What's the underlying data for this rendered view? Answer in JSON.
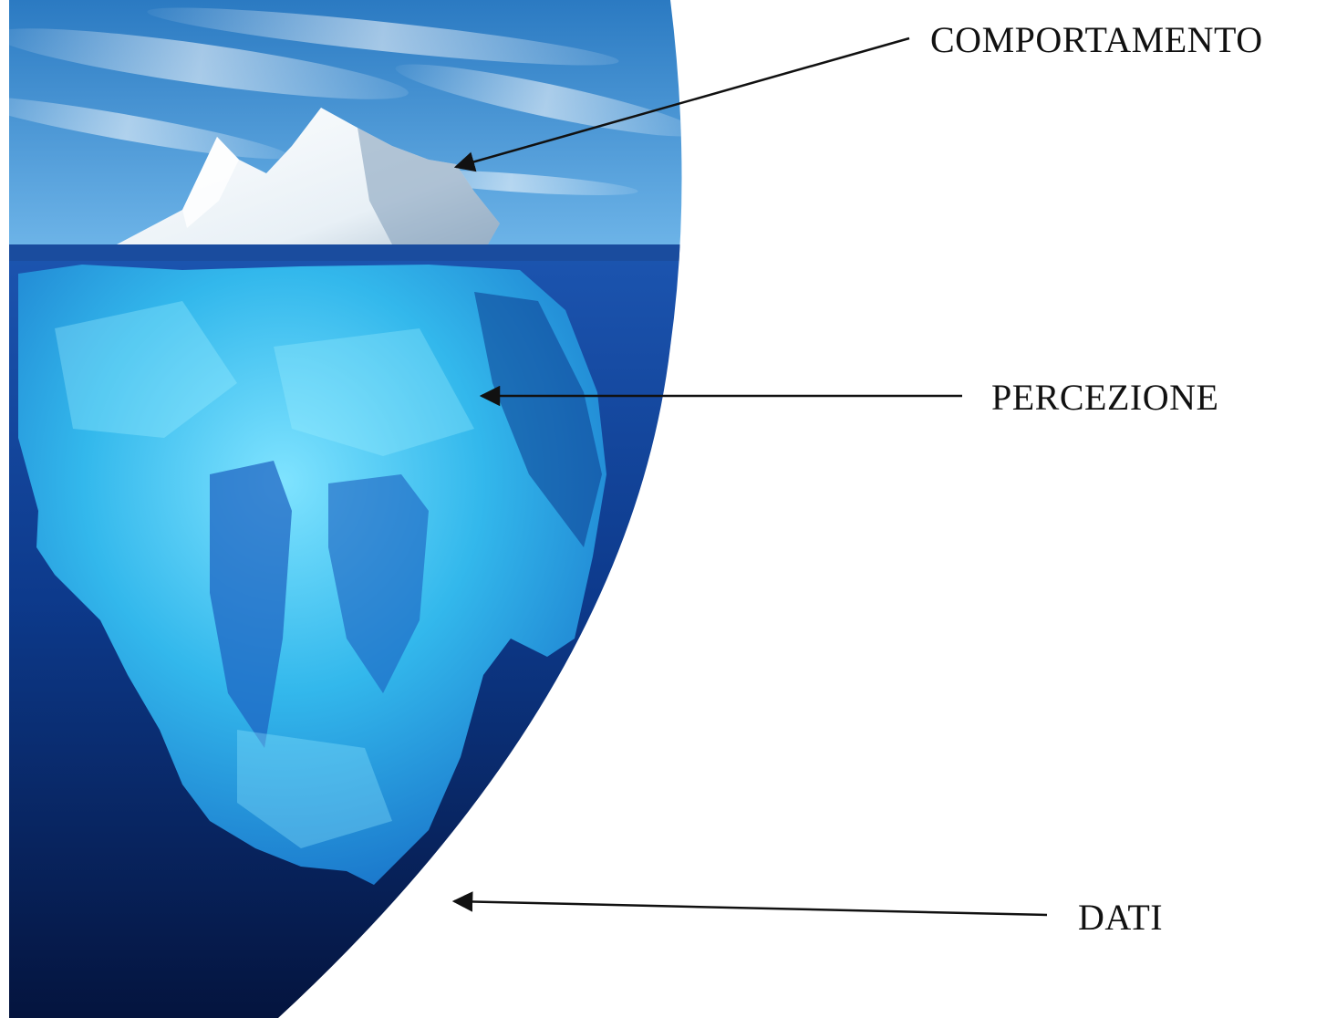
{
  "labels": {
    "behavior": "COMPORTAMENTO",
    "perception": "PERCEZIONE",
    "data": "DATI"
  },
  "colors": {
    "sky_top": "#2d7fc4",
    "sky_bottom": "#6fb6ea",
    "water_surface": "#1a4fa8",
    "water_deep": "#061a4a",
    "ice_top": "#ffffff",
    "ice_underwater": "#3fc3ee",
    "arrow": "#111111"
  },
  "icons": {
    "arrow_head": "triangle-arrowhead-icon"
  }
}
